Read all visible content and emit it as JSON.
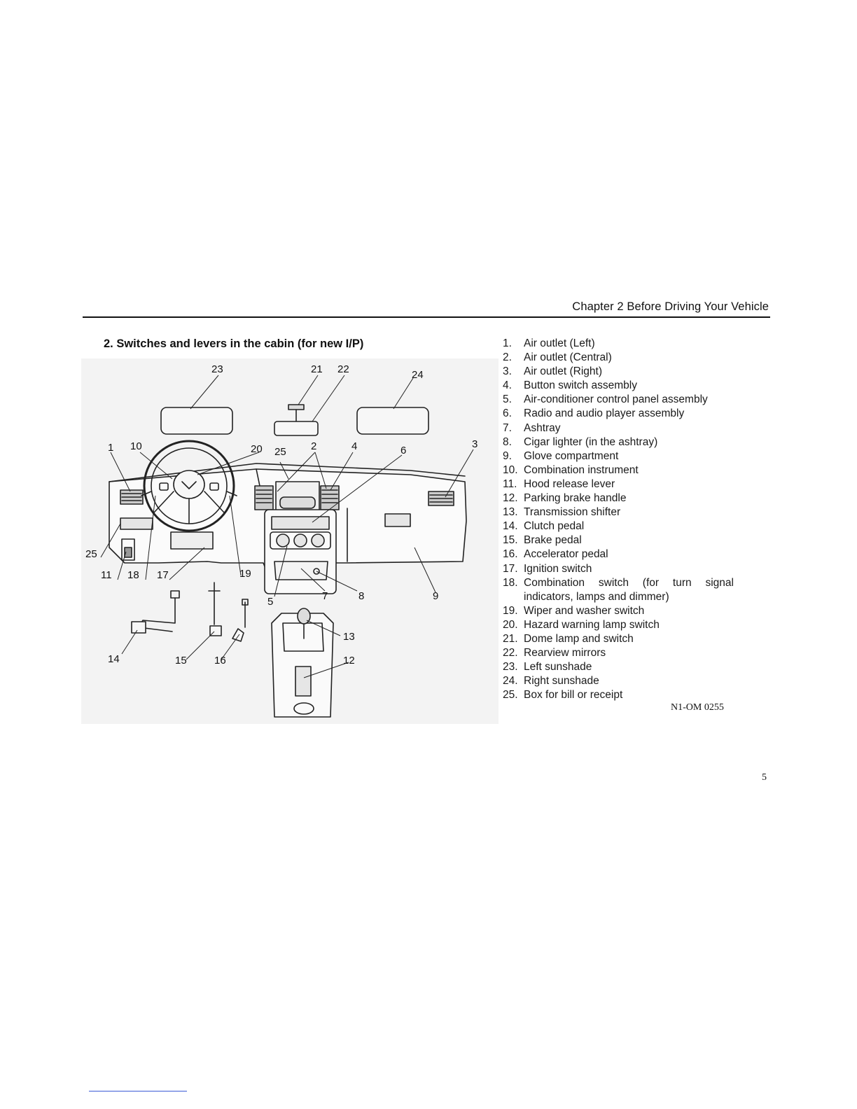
{
  "header": {
    "title": "Chapter 2 Before Driving Your Vehicle"
  },
  "section": {
    "title": "2. Switches and levers in the cabin (for new I/P)"
  },
  "figure": {
    "callouts": [
      "1",
      "2",
      "3",
      "4",
      "5",
      "6",
      "7",
      "8",
      "9",
      "10",
      "11",
      "12",
      "13",
      "14",
      "15",
      "16",
      "17",
      "18",
      "19",
      "20",
      "21",
      "22",
      "23",
      "24",
      "25",
      "25"
    ]
  },
  "parts": [
    {
      "num": "1.",
      "text": "Air outlet (Left)"
    },
    {
      "num": "2.",
      "text": "Air outlet (Central)"
    },
    {
      "num": "3.",
      "text": "Air outlet (Right)"
    },
    {
      "num": "4.",
      "text": "Button switch assembly"
    },
    {
      "num": "5.",
      "text": "Air-conditioner control panel assembly"
    },
    {
      "num": "6.",
      "text": "Radio and audio player assembly"
    },
    {
      "num": "7.",
      "text": "Ashtray"
    },
    {
      "num": "8.",
      "text": "Cigar lighter (in the ashtray)"
    },
    {
      "num": "9.",
      "text": "Glove compartment"
    },
    {
      "num": "10.",
      "text": "Combination instrument"
    },
    {
      "num": "11.",
      "text": "Hood release lever"
    },
    {
      "num": "12.",
      "text": "Parking brake handle"
    },
    {
      "num": "13.",
      "text": "Transmission shifter"
    },
    {
      "num": "14.",
      "text": "Clutch pedal"
    },
    {
      "num": "15.",
      "text": "Brake pedal"
    },
    {
      "num": "16.",
      "text": "Accelerator pedal"
    },
    {
      "num": "17.",
      "text": "Ignition switch"
    },
    {
      "num": "18.",
      "text": "Combination switch (for turn signal",
      "cont": "indicators, lamps and dimmer)"
    },
    {
      "num": "19.",
      "text": "Wiper and washer switch"
    },
    {
      "num": "20.",
      "text": "Hazard warning lamp switch"
    },
    {
      "num": "21.",
      "text": "Dome lamp and switch"
    },
    {
      "num": "22.",
      "text": "Rearview mirrors"
    },
    {
      "num": "23.",
      "text": "Left sunshade"
    },
    {
      "num": "24.",
      "text": "Right sunshade"
    },
    {
      "num": "25.",
      "text": "Box for bill or receipt"
    }
  ],
  "figure_code": "N1-OM 0255",
  "page_number": "5"
}
